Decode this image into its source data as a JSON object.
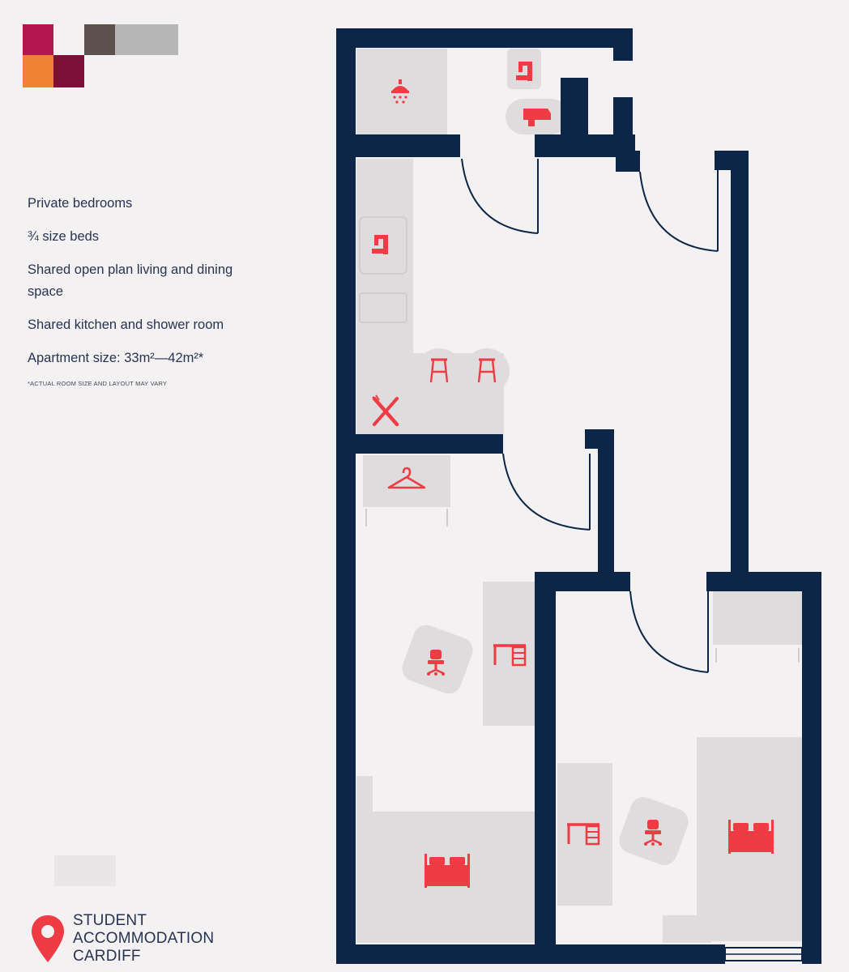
{
  "brand": {
    "logo_colors": [
      "#b2174d",
      "#5e514d",
      "#b7b6b7",
      "#f08236",
      "#7c1038"
    ],
    "name_lines": [
      "STUDENT",
      "ACCOMMODATION",
      "CARDIFF"
    ]
  },
  "features": [
    "Private bedrooms",
    "¾ size beds",
    "Shared open plan living and dining space",
    "Shared kitchen and shower room",
    "Apartment size: 33m²—42m²*"
  ],
  "disclaimer": "*Actual room size and layout may vary",
  "colors": {
    "wall": "#0d2647",
    "icon": "#ee3b44",
    "furniture": "#dedcdd",
    "background": "#f3f1f2",
    "text": "#27344f"
  },
  "icons": {
    "shower": "shower-icon",
    "tap": "tap-icon",
    "hand_dryer": "hand-dryer-icon",
    "bar_stool": "bar-stool-icon",
    "cutlery": "cutlery-icon",
    "hanger": "coat-hanger-icon",
    "desk_chair": "desk-chair-icon",
    "desk": "desk-icon",
    "bed": "bed-icon",
    "location_pin": "location-pin-icon"
  }
}
